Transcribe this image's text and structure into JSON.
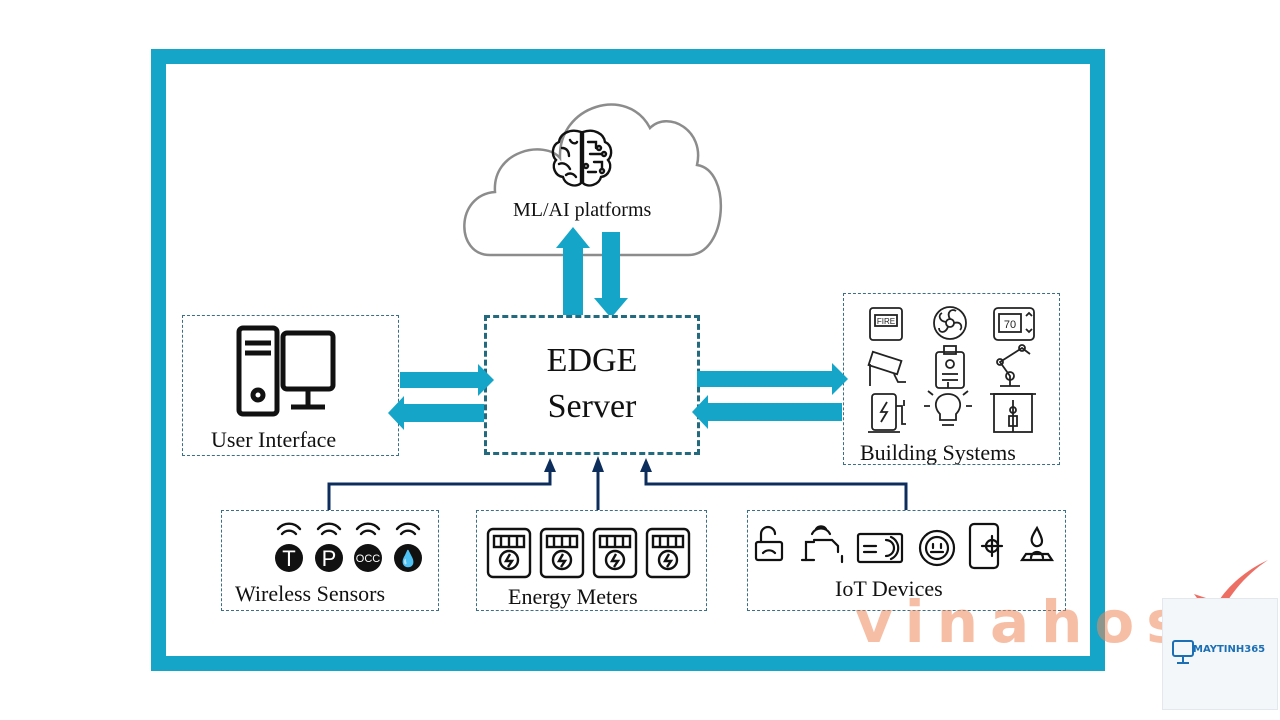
{
  "diagram": {
    "cloud_label": "ML/AI platforms",
    "edge_line1": "EDGE",
    "edge_line2": "Server",
    "user_interface": "User Interface",
    "building_systems": "Building Systems",
    "wireless_sensors": "Wireless Sensors",
    "energy_meters": "Energy Meters",
    "iot_devices": "IoT Devices",
    "sensor_badges": [
      "T",
      "P",
      "OCC",
      "💧"
    ],
    "fire_sign": "FIRE",
    "thermostat_value": "70"
  },
  "colors": {
    "frame": "#14a5c9",
    "arrow_fill": "#14a5c9",
    "connector": "#0d2e5c",
    "cloud_stroke": "#8c8c8c"
  },
  "watermark": {
    "text": "vinahost",
    "logo_text": "MAYTINH365"
  }
}
